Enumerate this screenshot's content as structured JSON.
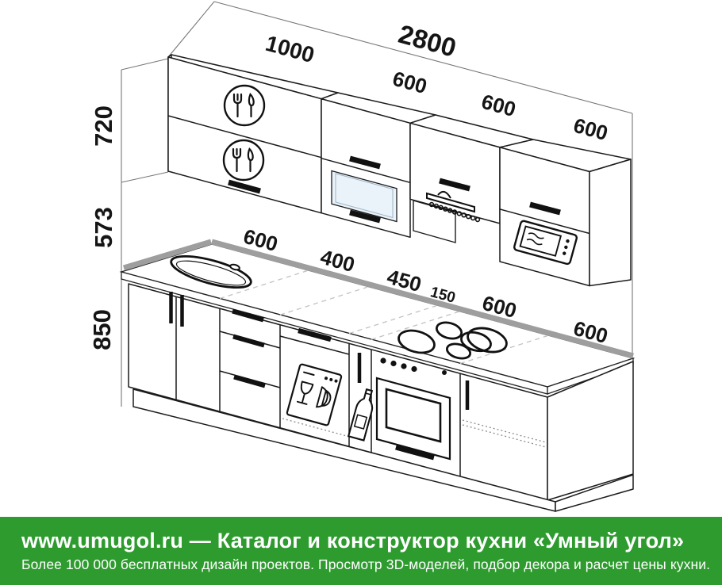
{
  "dimensions": {
    "total_width": "2800",
    "wall_modules": [
      "1000",
      "600",
      "600",
      "600"
    ],
    "heights": {
      "wall_cabinet": "720",
      "apron": "573",
      "base": "850"
    },
    "base_modules": [
      "600",
      "400",
      "450",
      "150",
      "600",
      "600"
    ]
  },
  "icons": {
    "wall": [
      "cutlery-icon",
      "cutlery-icon",
      "glass-door",
      "cooker-hood-icon",
      "microwave-icon"
    ],
    "base": [
      "sink-icon",
      "dishwasher-icon",
      "bottle-cargo-icon",
      "oven-icon",
      "hob-icon"
    ]
  },
  "colors": {
    "banner_green": "#2e9b2f",
    "glass_blue": "#eaf3fa",
    "backsplash_gray": "#9e9e9e",
    "line_dark": "#1b1b1b",
    "text_white": "#ffffff"
  },
  "footer": {
    "site": "www.umugol.ru",
    "dash": " — ",
    "tagline": "Каталог и конструктор кухни «Умный угол»",
    "subtitle": "Более 100 000 бесплатных дизайн проектов. Просмотр 3D-моделей, подбор декора и расчет цены кухни."
  }
}
